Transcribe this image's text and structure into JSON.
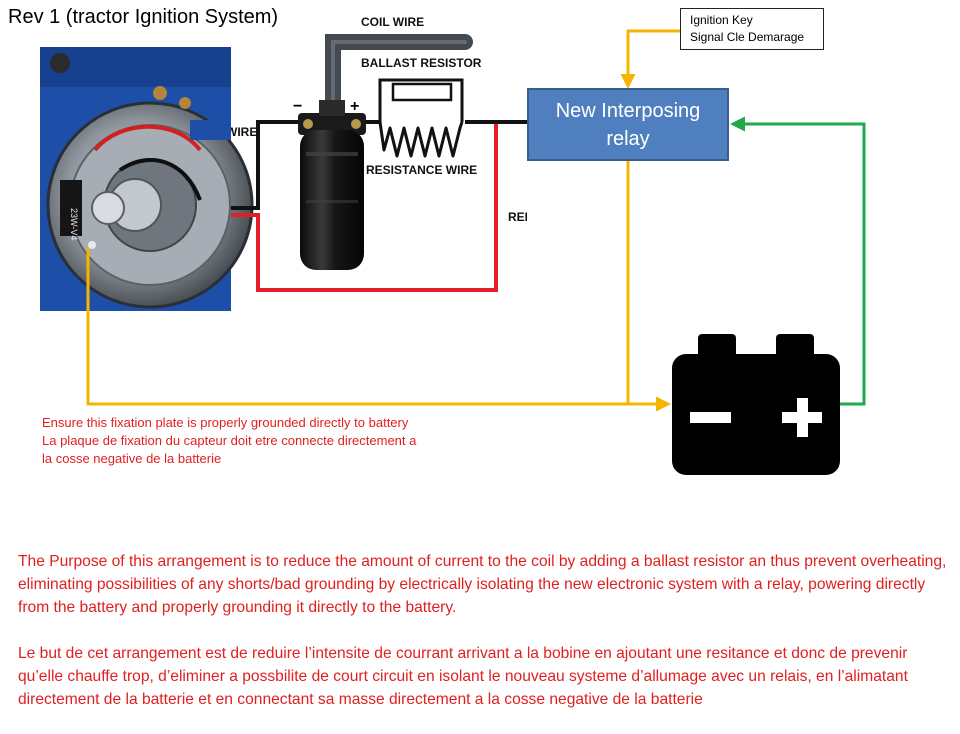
{
  "title": "Rev 1 (tractor Ignition System)",
  "photo": {
    "coil_wire": "COIL WIRE",
    "ballast_resistor": "BALLAST RESISTOR",
    "resistance_wire": "RESISTANCE WIRE",
    "minus": "−",
    "plus": "+",
    "wire_partial": "WIRE",
    "red_partial": "RED",
    "module_label": "23W-V4"
  },
  "ignition_key": {
    "line1": "Ignition Key",
    "line2": "Signal Cle Demarage"
  },
  "relay": {
    "line1": "New Interposing",
    "line2": "relay"
  },
  "battery": {
    "minus": "−",
    "plus": "+"
  },
  "ground_note": [
    "Ensure this fixation  plate is properly grounded directly to battery",
    "La plaque de fixation du capteur doit etre connecte directement a",
    "la cosse negative de la batterie"
  ],
  "purpose_en": "The Purpose of this arrangement is to reduce the amount of current to the coil by adding a ballast resistor an thus prevent overheating, eliminating possibilities  of any shorts/bad grounding by electrically isolating the new electronic system with a relay, powering directly from the battery and properly grounding it directly to the battery.",
  "purpose_fr": "Le but de cet arrangement est de reduire l’intensite de courrant arrivant a la bobine en ajoutant une resitance et donc de prevenir qu’elle chauffe trop, d’eliminer a possbilite de court circuit en isolant le nouveau systeme d’allumage avec un relais, en l’alimatant directement de la batterie et en connectant sa masse directement a la cosse negative de la batterie",
  "colors": {
    "wire_yellow": "#f5b400",
    "wire_green": "#22a84a",
    "wire_red": "#e21f26",
    "relay_fill": "#4f7fbf",
    "note_red": "#e02020"
  }
}
